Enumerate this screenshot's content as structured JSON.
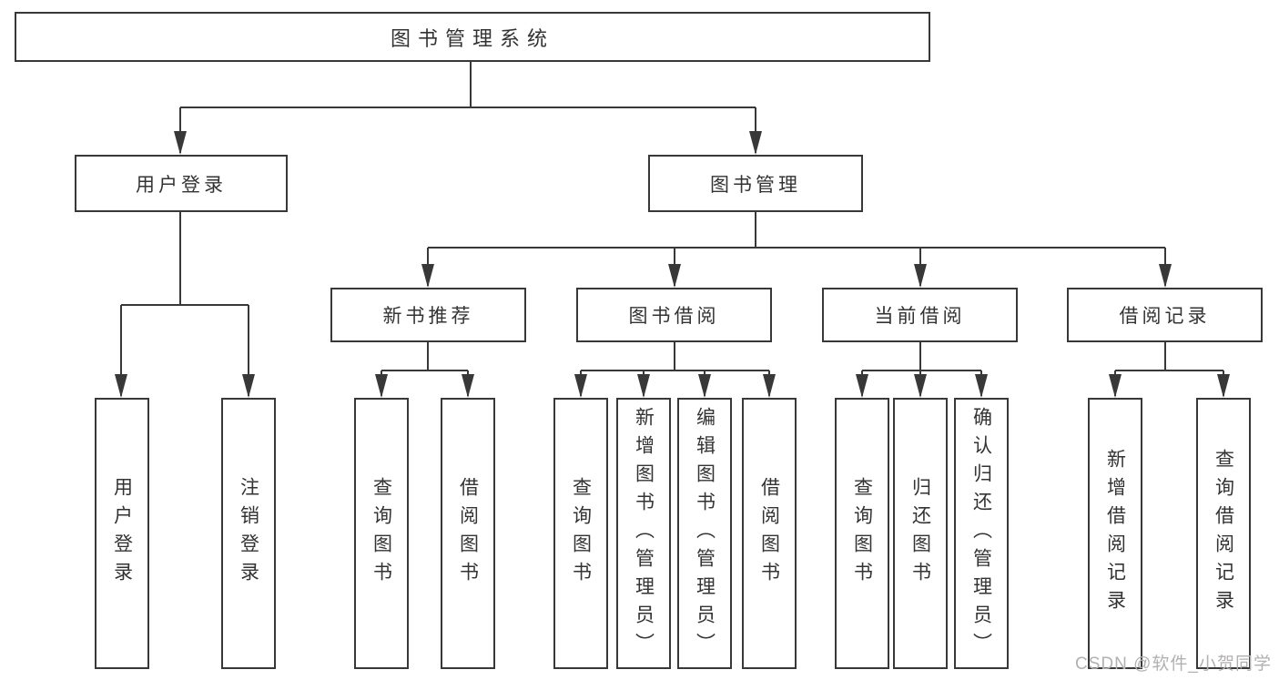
{
  "diagram": {
    "colors": {
      "line": "#383838",
      "text": "#333333",
      "box_background": "#ffffff",
      "watermark": "#b2b0b0"
    },
    "tree": {
      "root": {
        "label": "图书管理系统",
        "children": [
          {
            "label": "用户登录",
            "children": [
              {
                "label": "用户登录"
              },
              {
                "label": "注销登录"
              }
            ]
          },
          {
            "label": "图书管理",
            "children": [
              {
                "label": "新书推荐",
                "children": [
                  {
                    "label": "查询图书"
                  },
                  {
                    "label": "借阅图书"
                  }
                ]
              },
              {
                "label": "图书借阅",
                "children": [
                  {
                    "label": "查询图书"
                  },
                  {
                    "label": "新增图书（管理员）"
                  },
                  {
                    "label": "编辑图书（管理员）"
                  },
                  {
                    "label": "借阅图书"
                  }
                ]
              },
              {
                "label": "当前借阅",
                "children": [
                  {
                    "label": "查询图书"
                  },
                  {
                    "label": "归还图书"
                  },
                  {
                    "label": "确认归还（管理员）"
                  }
                ]
              },
              {
                "label": "借阅记录",
                "children": [
                  {
                    "label": "新增借阅记录"
                  },
                  {
                    "label": "查询借阅记录"
                  }
                ]
              }
            ]
          }
        ]
      }
    },
    "watermark": {
      "text": "CSDN @软件_小贺同学"
    }
  }
}
